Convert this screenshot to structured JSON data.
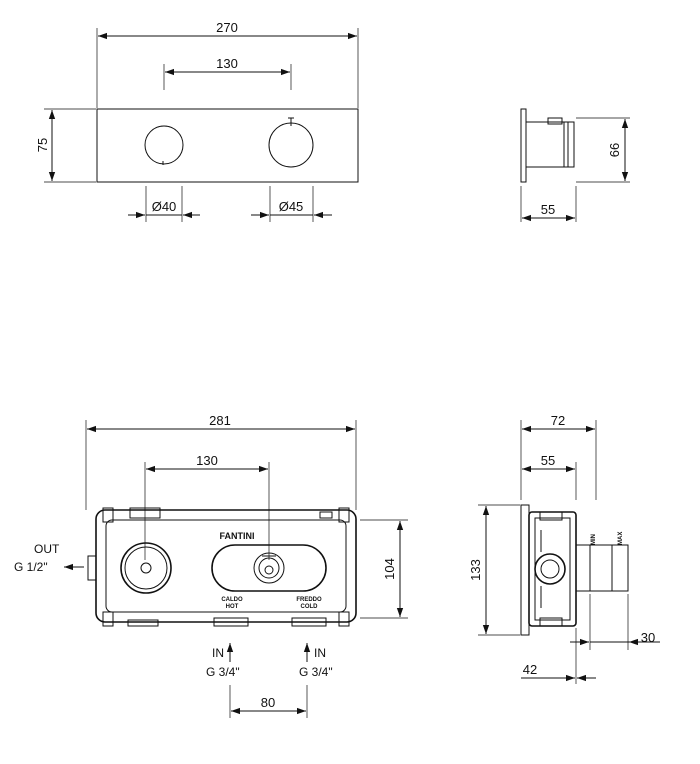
{
  "top_front": {
    "width": "270",
    "spacing": "130",
    "height": "75",
    "dia_left": "Ø40",
    "dia_right": "Ø45"
  },
  "top_side": {
    "height": "66",
    "depth": "55"
  },
  "bottom_front": {
    "width": "281",
    "spacing": "130",
    "height": "104",
    "brand": "FANTINI",
    "caldo": "CALDO",
    "hot": "HOT",
    "freddo": "FREDDO",
    "cold": "COLD",
    "out": "OUT",
    "out_thread": "G 1/2\"",
    "in_left": "IN",
    "in_left_thread": "G 3/4\"",
    "in_right": "IN",
    "in_right_thread": "G 3/4\"",
    "inlet_spacing": "80"
  },
  "bottom_side": {
    "width_total": "72",
    "width_body": "55",
    "height": "133",
    "min": "MIN",
    "max": "MAX",
    "protrusion": "30",
    "offset": "42"
  }
}
